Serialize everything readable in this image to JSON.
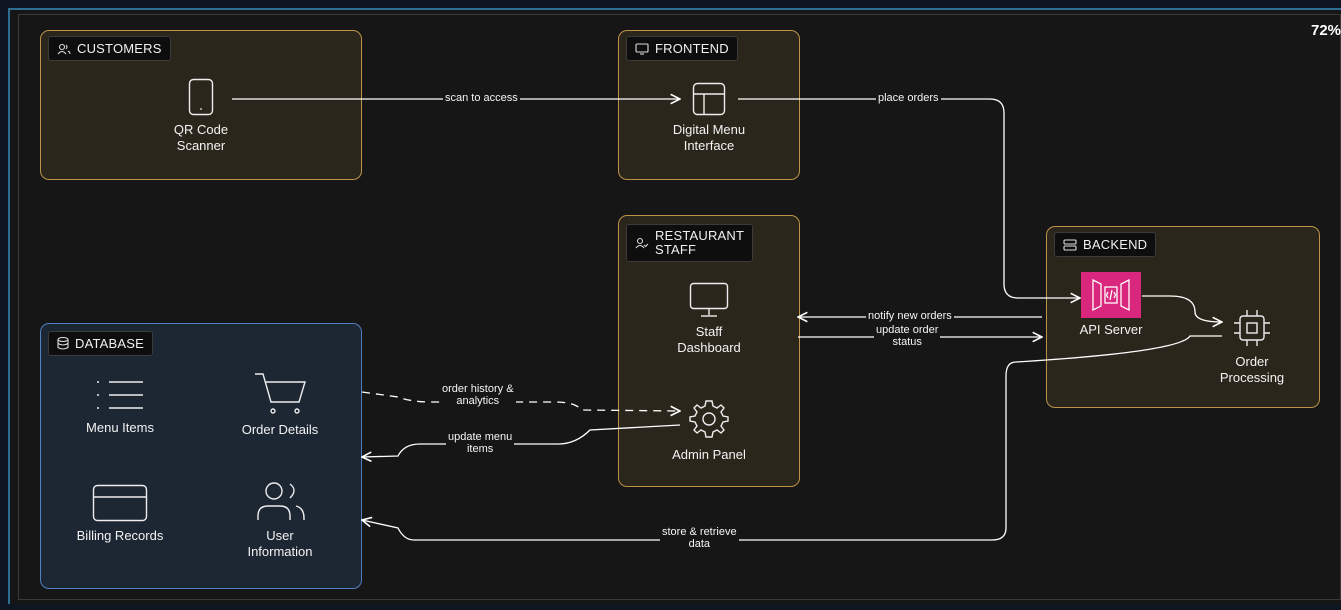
{
  "zoom": "72%",
  "groups": {
    "customers": "CUSTOMERS",
    "frontend": "FRONTEND",
    "staff": "RESTAURANT\nSTAFF",
    "backend": "BACKEND",
    "database": "DATABASE"
  },
  "nodes": {
    "qr": "QR Code\nScanner",
    "menu": "Digital Menu\nInterface",
    "dashboard": "Staff\nDashboard",
    "admin": "Admin Panel",
    "api": "API Server",
    "order_proc": "Order\nProcessing",
    "menu_items": "Menu Items",
    "order_details": "Order Details",
    "billing": "Billing Records",
    "user_info": "User\nInformation"
  },
  "edges": {
    "scan": "scan to access",
    "place": "place orders",
    "notify": "notify new orders",
    "update_status": "update order\nstatus",
    "history": "order history &\nanalytics",
    "update_menu": "update menu\nitems",
    "store": "store & retrieve\ndata"
  },
  "colors": {
    "background": "#161616",
    "group_fill": "#2b261c",
    "group_border": "#bb9246",
    "db_fill": "#1d2633",
    "db_border": "#4f80c3",
    "api_icon": "#d8277c",
    "frame": "#2d6f93"
  }
}
